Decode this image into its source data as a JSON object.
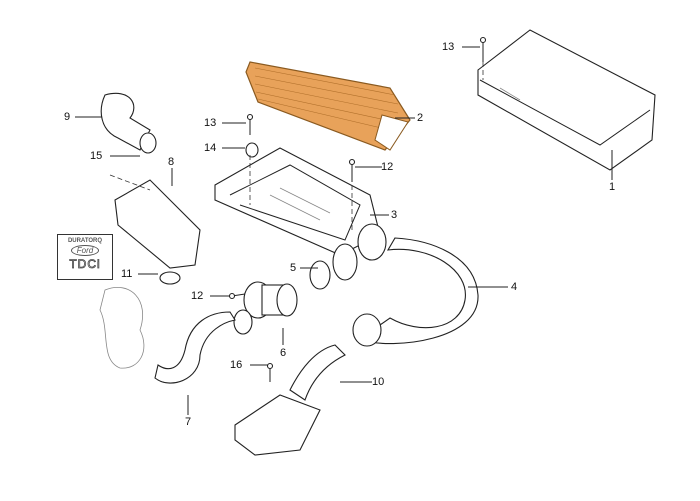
{
  "diagram": {
    "callouts": [
      {
        "id": "c13a",
        "text": "13"
      },
      {
        "id": "c2",
        "text": "2"
      },
      {
        "id": "c1",
        "text": "1"
      },
      {
        "id": "c3",
        "text": "3"
      },
      {
        "id": "c4",
        "text": "4"
      },
      {
        "id": "c5",
        "text": "5"
      },
      {
        "id": "c12a",
        "text": "12"
      },
      {
        "id": "c6",
        "text": "6"
      },
      {
        "id": "c16",
        "text": "16"
      },
      {
        "id": "c10",
        "text": "10"
      },
      {
        "id": "c7",
        "text": "7"
      },
      {
        "id": "c11",
        "text": "11"
      },
      {
        "id": "c9",
        "text": "9"
      },
      {
        "id": "c15",
        "text": "15"
      },
      {
        "id": "c8",
        "text": "8"
      },
      {
        "id": "c13b",
        "text": "13"
      },
      {
        "id": "c14",
        "text": "14"
      },
      {
        "id": "c12b",
        "text": "12"
      }
    ],
    "logo": {
      "line1": "DURATORQ",
      "line2": "Ford",
      "line3": "TDCi"
    },
    "highlight_color": "#e8a25a"
  }
}
